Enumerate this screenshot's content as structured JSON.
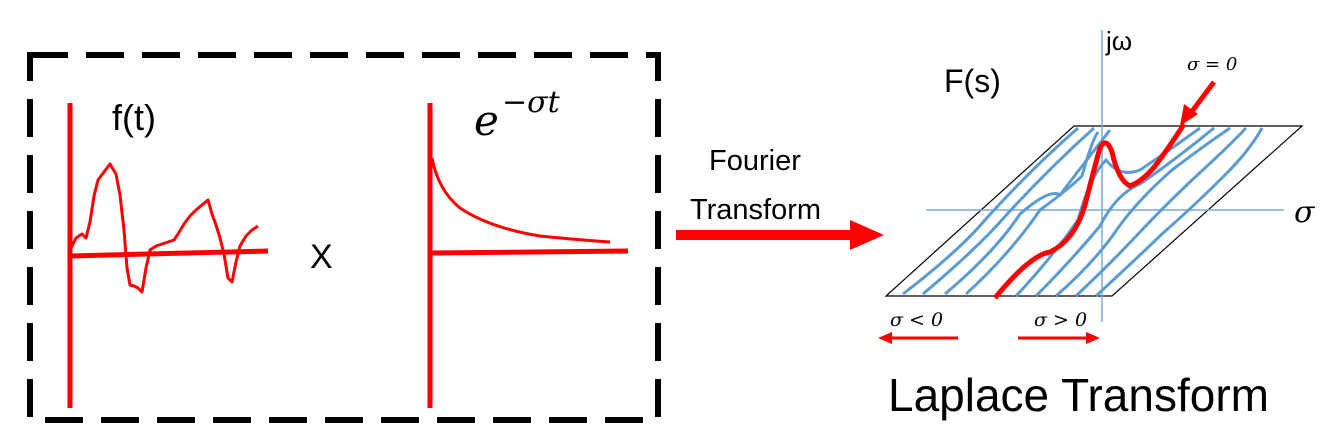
{
  "left_panel": {
    "signal_label": "f(t)",
    "multiply_sign": "X",
    "kernel_base": "e",
    "kernel_exponent": "−σt"
  },
  "middle": {
    "arrow_label_line1": "Fourier",
    "arrow_label_line2": "Transform"
  },
  "right_panel": {
    "function_label": "F(s)",
    "imag_axis_label": "jω",
    "real_axis_label": "σ",
    "sigma_zero_label": "σ = 0",
    "sigma_negative_label": "σ < 0",
    "sigma_positive_label": "σ > 0",
    "title": "Laplace Transform"
  },
  "colors": {
    "accent_red": "#ff0000",
    "curve_blue": "#5b9bd5",
    "axis_blue": "#7fa7d6",
    "frame": "#000000"
  }
}
